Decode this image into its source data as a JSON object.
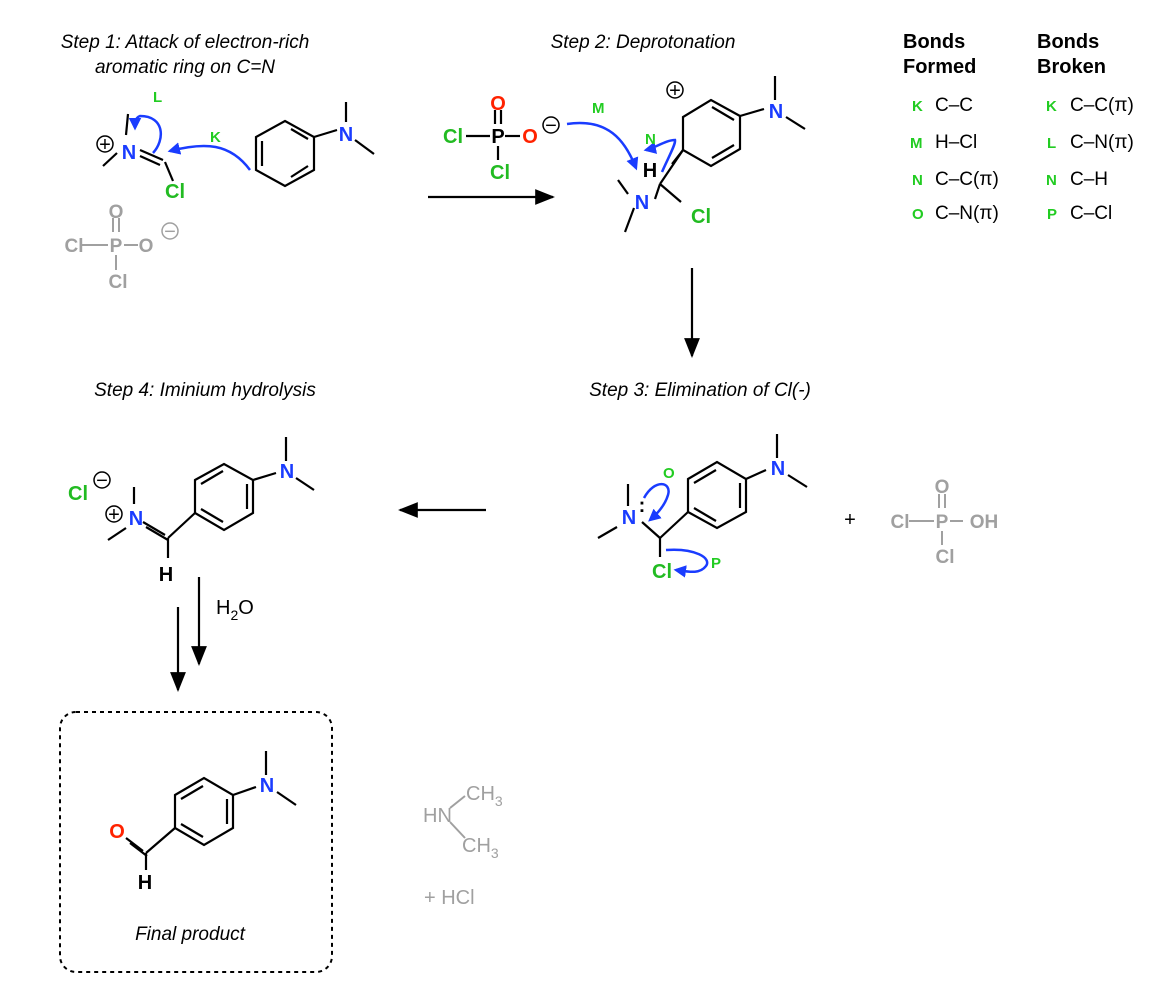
{
  "steps": {
    "step1_line1": "Step 1: Attack of electron-rich",
    "step1_line2": "aromatic ring on C=N",
    "step2": "Step 2: Deprotonation",
    "step3": "Step 3: Elimination of Cl(-)",
    "step4": "Step 4: Iminium hydrolysis"
  },
  "table": {
    "formed_h1": "Bonds",
    "formed_h2": "Formed",
    "broken_h1": "Bonds",
    "broken_h2": "Broken",
    "formed": [
      {
        "key": "K",
        "bond": "C–C"
      },
      {
        "key": "M",
        "bond": "H–Cl"
      },
      {
        "key": "N",
        "bond": "C–C(π)"
      },
      {
        "key": "O",
        "bond": "C–N(π)"
      }
    ],
    "broken": [
      {
        "key": "K",
        "bond": "C–C(π)"
      },
      {
        "key": "L",
        "bond": "C–N(π)"
      },
      {
        "key": "N",
        "bond": "C–H"
      },
      {
        "key": "P",
        "bond": "C–Cl"
      }
    ]
  },
  "arrow_labels": {
    "K": "K",
    "L": "L",
    "M": "M",
    "N": "N",
    "O": "O",
    "P": "P"
  },
  "atoms": {
    "N": "N",
    "Cl": "Cl",
    "O": "O",
    "P": "P",
    "H": "H",
    "OH": "OH",
    "plus": "+",
    "minus": "−",
    "lone_pair": ":"
  },
  "reagent": {
    "h": "H",
    "sub": "2",
    "o": "O"
  },
  "byproducts": {
    "hn": "HN",
    "ch3_a": "CH",
    "ch3_b": "CH",
    "sub3": "3",
    "hcl": "+ HCl",
    "plus": "+"
  },
  "final_product": "Final product",
  "colors": {
    "nitrogen": "#1a3cff",
    "chlorine": "#22bb22",
    "oxygen": "#ff2200",
    "grey": "#a0a0a0",
    "arrow": "#1a3cff",
    "label": "#22cc22"
  }
}
